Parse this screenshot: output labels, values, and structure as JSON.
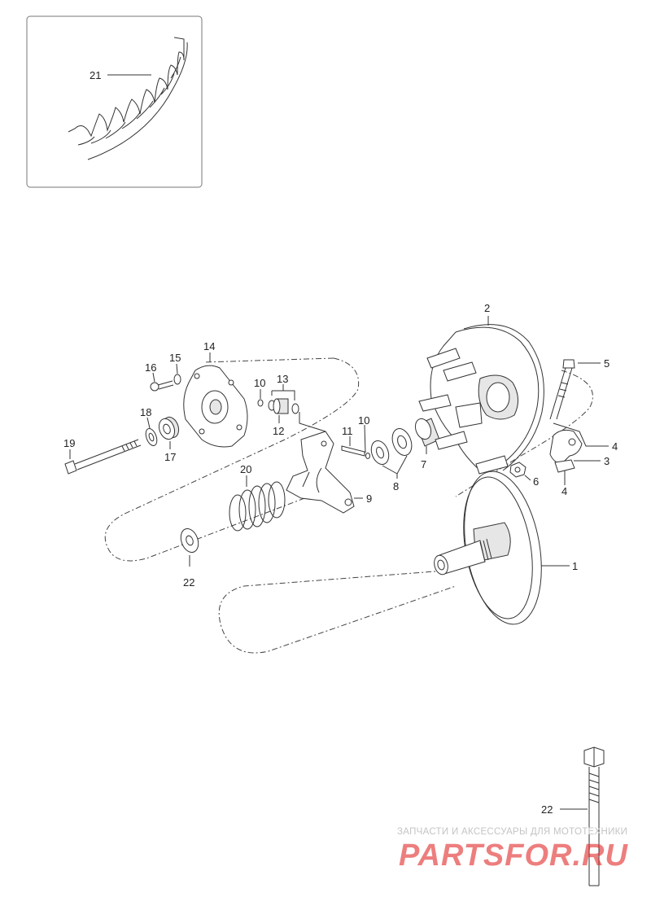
{
  "callouts": {
    "c1": "1",
    "c2": "2",
    "c3": "3",
    "c4a": "4",
    "c4b": "4",
    "c5": "5",
    "c6": "6",
    "c7": "7",
    "c8": "8",
    "c9": "9",
    "c10a": "10",
    "c10b": "10",
    "c11": "11",
    "c12": "12",
    "c13": "13",
    "c14": "14",
    "c15": "15",
    "c16": "16",
    "c17": "17",
    "c18": "18",
    "c19": "19",
    "c20": "20",
    "c21": "21",
    "c22a": "22",
    "c22b": "22"
  },
  "watermark": {
    "caption": "ЗАПЧАСТИ И АКСЕССУАРЫ ДЛЯ МОТОТЕХНИКИ",
    "brand": "PARTSFOR.RU"
  },
  "colors": {
    "line": "#333333",
    "watermark": "#e12828",
    "background": "#ffffff"
  }
}
